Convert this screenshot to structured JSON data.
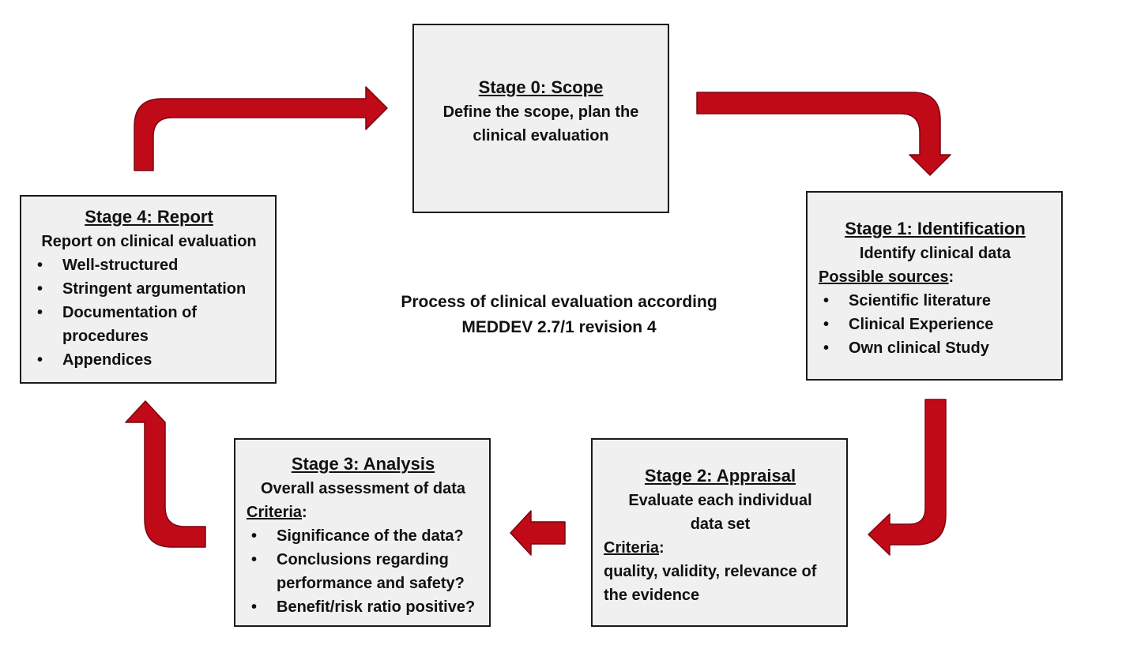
{
  "colors": {
    "arrow": "#c00a18",
    "arrow_edge": "#7a0610",
    "box_fill": "#f0f0f0",
    "box_border": "#1a1a1a"
  },
  "center_caption": {
    "line1": "Process of clinical evaluation according",
    "line2": "MEDDEV 2.7/1 revision 4"
  },
  "stage0": {
    "title": "Stage 0: Scope",
    "line1": "Define the scope, plan the",
    "line2": "clinical evaluation"
  },
  "stage1": {
    "title": "Stage 1: Identification",
    "subtitle": "Identify clinical data",
    "label": "Possible sources",
    "items": [
      "Scientific literature",
      "Clinical Experience",
      "Own clinical Study"
    ]
  },
  "stage2": {
    "title": "Stage 2: Appraisal",
    "line1": "Evaluate each individual",
    "line2": "data set",
    "label": "Criteria",
    "text_line1": "quality, validity, relevance of",
    "text_line2": "the evidence"
  },
  "stage3": {
    "title": "Stage 3: Analysis",
    "subtitle": "Overall assessment of data",
    "label": "Criteria",
    "items": [
      "Significance of the data?",
      "Conclusions regarding performance and safety?",
      "Benefit/risk ratio positive?"
    ]
  },
  "stage4": {
    "title": "Stage 4: Report",
    "subtitle": "Report on clinical evaluation",
    "items": [
      "Well-structured",
      "Stringent argumentation",
      "Documentation of procedures",
      "Appendices"
    ]
  }
}
